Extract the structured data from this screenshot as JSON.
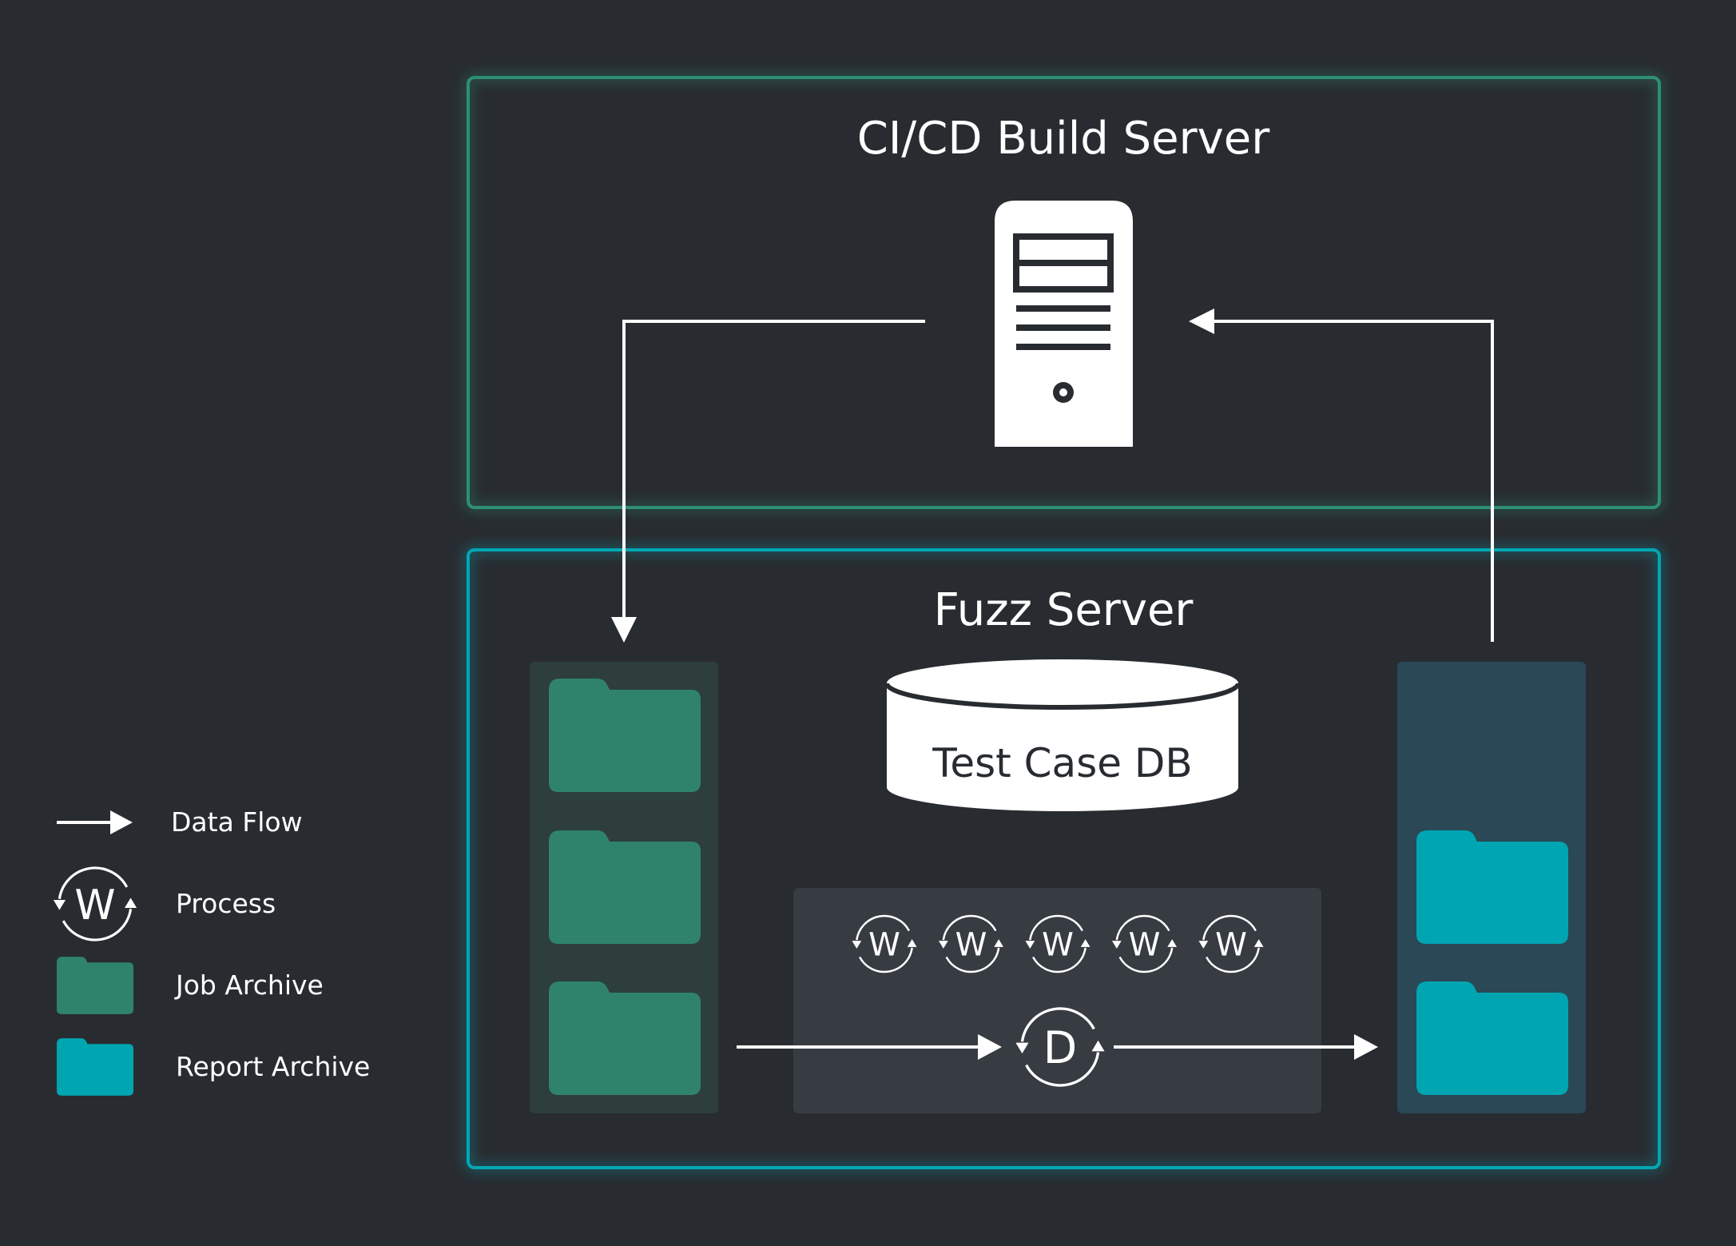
{
  "build_server": {
    "title": "CI/CD Build Server",
    "border_color": "#2f8f73",
    "icon": "server-tower-icon"
  },
  "fuzz_server": {
    "title": "Fuzz Server",
    "border_color": "#00a7b3",
    "database": {
      "label": "Test Case DB",
      "icon": "database-cylinder-icon"
    },
    "job_archive_count": 3,
    "report_archive_count": 2,
    "worker_process_letter": "W",
    "worker_process_count": 5,
    "dispatcher_process_letter": "D"
  },
  "legend": {
    "items": [
      {
        "label": "Data Flow",
        "icon": "arrow-right-icon"
      },
      {
        "label": "Process",
        "icon": "process-cycle-icon",
        "letter": "W"
      },
      {
        "label": "Job Archive",
        "icon": "folder-icon",
        "color": "#2f836d"
      },
      {
        "label": "Report Archive",
        "icon": "folder-icon",
        "color": "#00a5b2"
      }
    ]
  },
  "colors": {
    "background": "#282c31",
    "job_archive": "#2f836d",
    "report_archive": "#00a5b2",
    "job_column": "#2d3e3c",
    "report_column": "#2a4855",
    "process_panel": "#373b42"
  }
}
